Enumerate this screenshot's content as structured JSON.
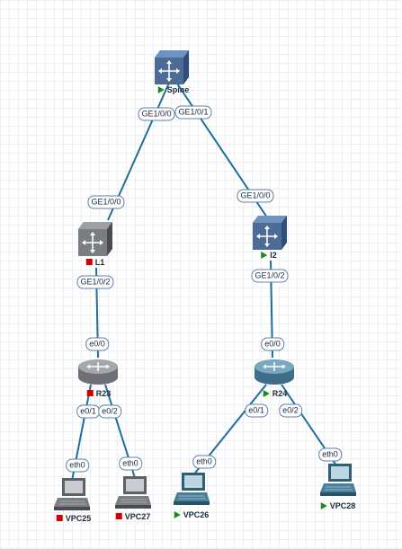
{
  "canvas": {
    "theme": "ensp-topology"
  },
  "devices": {
    "spine": {
      "name": "Spine",
      "status": "running",
      "icon": "switch-icon"
    },
    "l1": {
      "name": "L1",
      "status": "stopped",
      "icon": "switch-icon"
    },
    "l2": {
      "name": "l2",
      "status": "running",
      "icon": "switch-icon"
    },
    "r23": {
      "name": "R23",
      "status": "stopped",
      "icon": "router-icon"
    },
    "r24": {
      "name": "R24",
      "status": "running",
      "icon": "router-icon"
    },
    "vpc25": {
      "name": "VPC25",
      "status": "stopped",
      "icon": "pc-icon"
    },
    "vpc27": {
      "name": "VPC27",
      "status": "stopped",
      "icon": "pc-icon"
    },
    "vpc26": {
      "name": "VPC26",
      "status": "running",
      "icon": "pc-icon"
    },
    "vpc28": {
      "name": "VPC28",
      "status": "running",
      "icon": "pc-icon"
    }
  },
  "ports": {
    "spine_ge0": "GE1/0/0",
    "spine_ge1": "GE1/0/1",
    "l1_up": "GE1/0/0",
    "l1_down": "GE1/0/2",
    "l2_up": "GE1/0/0",
    "l2_down": "GE1/0/2",
    "r23_up": "e0/0",
    "r23_p1": "e0/1",
    "r23_p2": "e0/2",
    "r24_up": "e0/0",
    "r24_p1": "e0/1",
    "r24_p2": "e0/2",
    "vpc25_eth": "eth0",
    "vpc27_eth": "eth0",
    "vpc26_eth": "eth0",
    "vpc28_eth": "eth0"
  },
  "colors": {
    "link": "#1f6e9c",
    "running": "#1c8a1c",
    "stopped": "#d40000",
    "switch_light": "#4c6c96",
    "switch_dark": "#7a7d82",
    "router_light": "#4b7e98",
    "router_dark": "#6d7074"
  }
}
